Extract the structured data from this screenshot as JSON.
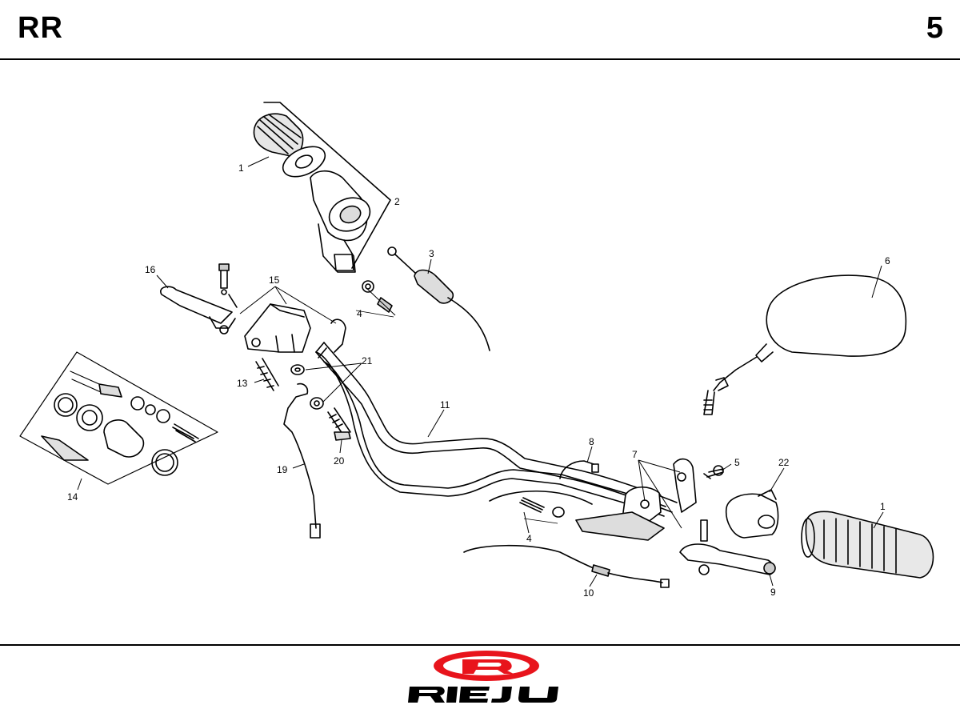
{
  "header": {
    "model": "RR",
    "page_number": "5"
  },
  "callouts": [
    {
      "id": "c1a",
      "text": "1"
    },
    {
      "id": "c2",
      "text": "2"
    },
    {
      "id": "c3",
      "text": "3"
    },
    {
      "id": "c4a",
      "text": "4"
    },
    {
      "id": "c6",
      "text": "6"
    },
    {
      "id": "c16",
      "text": "16"
    },
    {
      "id": "c15",
      "text": "15"
    },
    {
      "id": "c21",
      "text": "21"
    },
    {
      "id": "c13",
      "text": "13"
    },
    {
      "id": "c11",
      "text": "11"
    },
    {
      "id": "c8",
      "text": "8"
    },
    {
      "id": "c7",
      "text": "7"
    },
    {
      "id": "c5",
      "text": "5"
    },
    {
      "id": "c22",
      "text": "22"
    },
    {
      "id": "c1b",
      "text": "1"
    },
    {
      "id": "c14",
      "text": "14"
    },
    {
      "id": "c19",
      "text": "19"
    },
    {
      "id": "c20",
      "text": "20"
    },
    {
      "id": "c4b",
      "text": "4"
    },
    {
      "id": "c10",
      "text": "10"
    },
    {
      "id": "c9",
      "text": "9"
    }
  ],
  "logo": {
    "text": "RIEJU",
    "color": "#e8141c"
  }
}
